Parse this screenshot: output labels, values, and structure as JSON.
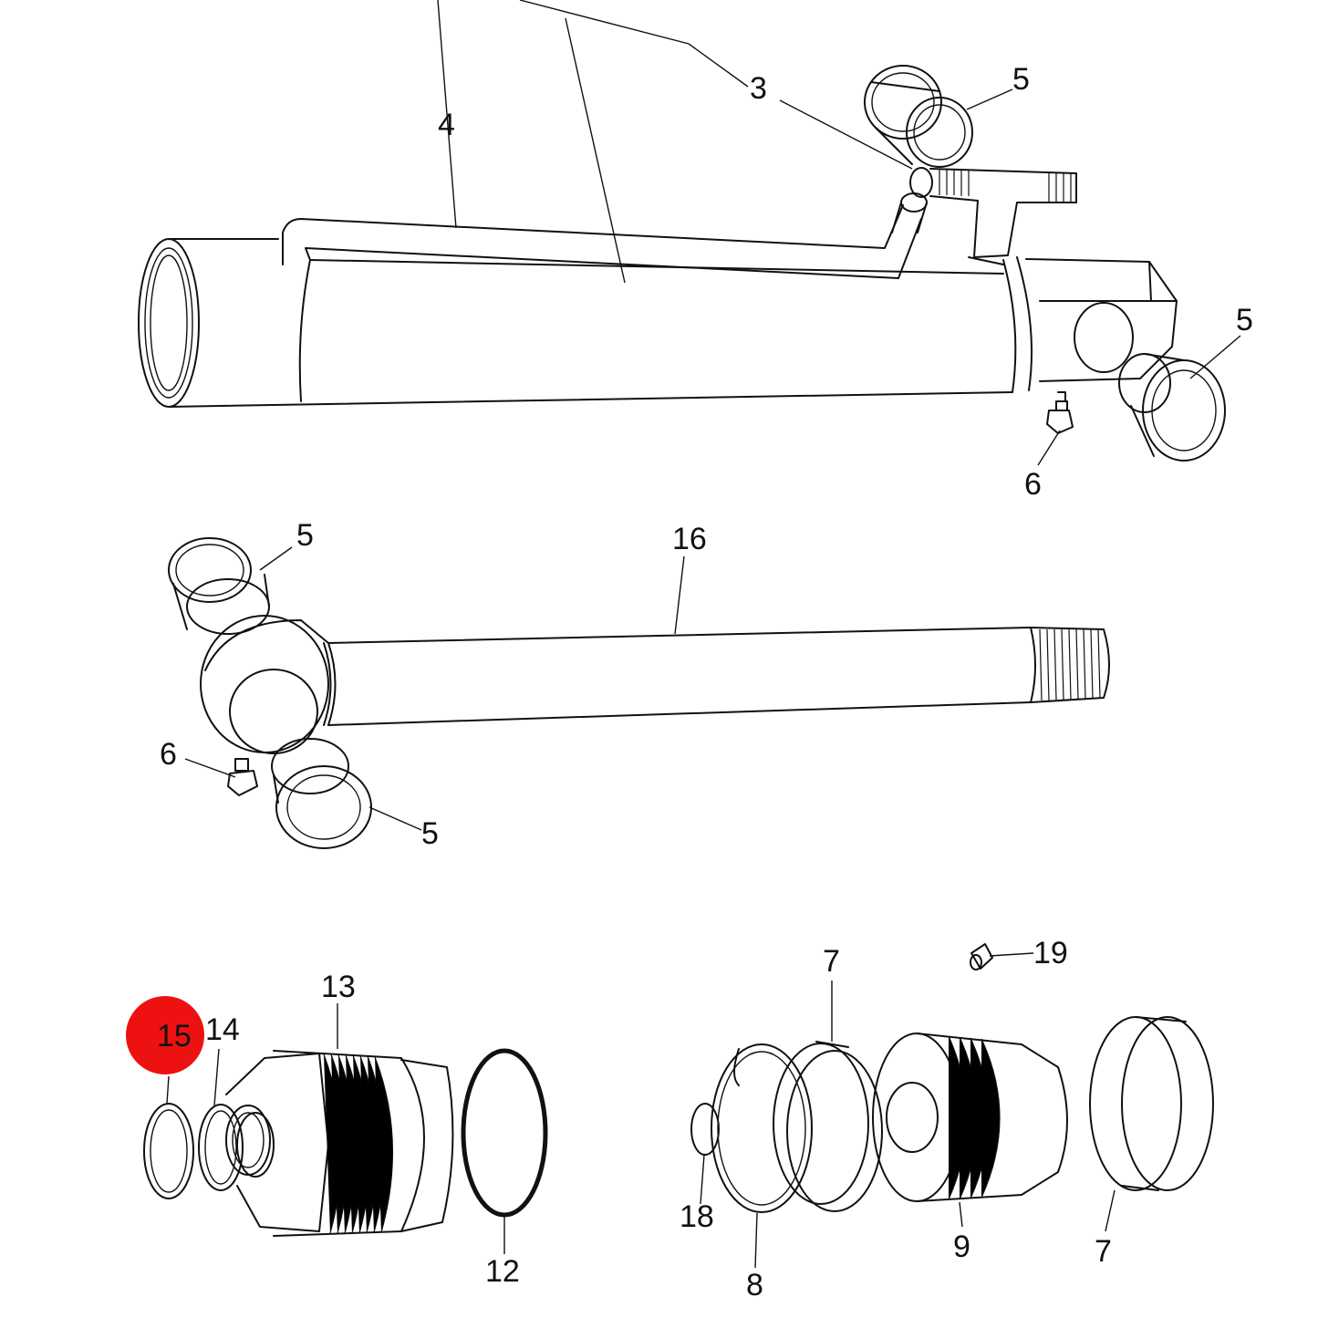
{
  "diagram": {
    "highlight_color": "#ee1111",
    "callouts": {
      "c3": "3",
      "c4": "4",
      "c5a": "5",
      "c5b": "5",
      "c5c": "5",
      "c5d": "5",
      "c6a": "6",
      "c6b": "6",
      "c16": "16",
      "c13": "13",
      "c15": "15",
      "c14": "14",
      "c12": "12",
      "c7a": "7",
      "c19": "19",
      "c18": "18",
      "c8": "8",
      "c9": "9",
      "c7b": "7"
    }
  }
}
